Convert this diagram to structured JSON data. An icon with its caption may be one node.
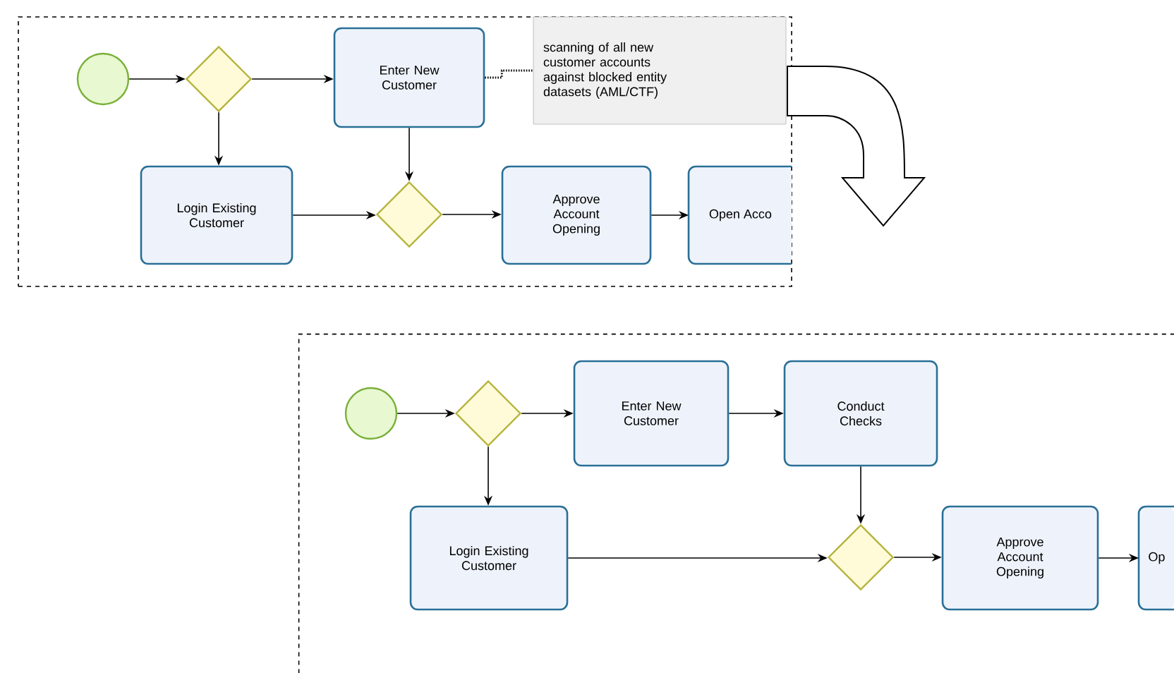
{
  "diagram": {
    "nodes": [
      {
        "text": [],
        "shape": "box"
      },
      {
        "text": [],
        "shape": "circle",
        "in": 0
      },
      {
        "text": [],
        "shape": "diamond",
        "in": 0
      },
      {
        "text": [
          "Enter New Customer"
        ],
        "in": 0
      },
      {
        "text": [
          "scanning of all new customer accounts against blocked entity datasets (AML/CTF)"
        ],
        "in": 0
      },
      {
        "text": [
          "Login Existing Customer"
        ],
        "in": 0
      },
      {
        "text": [],
        "shape": "diamond",
        "in": 0
      },
      {
        "text": [
          "Approve Account Opening"
        ],
        "in": 0
      },
      {
        "text": [
          "Open Acco"
        ],
        "in": 0
      },
      {
        "text": [],
        "shape": "box"
      },
      {
        "text": [],
        "shape": "circle",
        "in": 9
      },
      {
        "text": [],
        "shape": "diamond",
        "in": 9
      },
      {
        "text": [
          "Enter New Customer"
        ],
        "in": 9
      },
      {
        "text": [
          "Conduct Checks"
        ],
        "in": 9
      },
      {
        "text": [
          "Login Existing Customer"
        ],
        "in": 9
      },
      {
        "text": [],
        "shape": "diamond",
        "in": 9
      },
      {
        "text": [
          "Approve Account Opening"
        ],
        "in": 9
      },
      {
        "text": [
          "Op"
        ],
        "in": 9
      }
    ],
    "edges": [
      {
        "from": 1,
        "to": 2,
        "arrow": "to"
      },
      {
        "from": 2,
        "to": 3,
        "arrow": "to"
      },
      {
        "from": 2,
        "to": 5,
        "arrow": "to"
      },
      {
        "from": 3,
        "to": 4,
        "arrow": "none",
        "style": "dashed"
      },
      {
        "from": 3,
        "to": 6,
        "arrow": "to"
      },
      {
        "from": 5,
        "to": 6,
        "arrow": "to"
      },
      {
        "from": 6,
        "to": 7,
        "arrow": "to"
      },
      {
        "from": 7,
        "to": 8,
        "arrow": "to"
      },
      {
        "from": 10,
        "to": 11,
        "arrow": "to"
      },
      {
        "from": 11,
        "to": 12,
        "arrow": "to"
      },
      {
        "from": 11,
        "to": 14,
        "arrow": "to"
      },
      {
        "from": 12,
        "to": 13,
        "arrow": "to"
      },
      {
        "from": 13,
        "to": 15,
        "arrow": "to"
      },
      {
        "from": 14,
        "to": 15,
        "arrow": "to"
      },
      {
        "from": 15,
        "to": 16,
        "arrow": "to"
      },
      {
        "from": 16,
        "to": 17,
        "arrow": "to"
      }
    ]
  }
}
